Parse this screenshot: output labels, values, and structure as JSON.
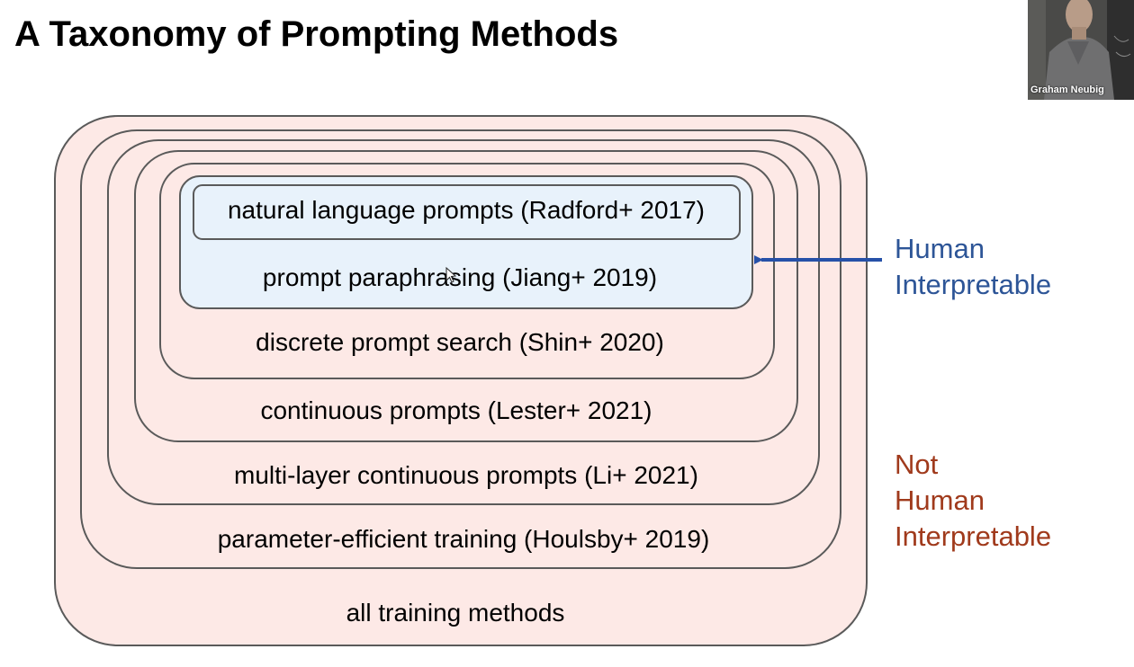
{
  "slide": {
    "title": "A Taxonomy of Prompting Methods"
  },
  "webcam": {
    "name": "Graham Neubig"
  },
  "diagram": {
    "boxes": [
      {
        "label": "all training methods"
      },
      {
        "label": "parameter-efficient training (Houlsby+ 2019)"
      },
      {
        "label": "multi-layer continuous prompts (Li+ 2021)"
      },
      {
        "label": "continuous prompts (Lester+ 2021)"
      },
      {
        "label": "discrete prompt search (Shin+ 2020)"
      },
      {
        "label": "prompt paraphrasing (Jiang+ 2019)"
      },
      {
        "label": "natural language prompts (Radford+ 2017)"
      }
    ],
    "colors": {
      "outer_fill": "#fde9e6",
      "inner_fill": "#e8f2fb",
      "stroke": "#5a5a5a",
      "arrow": "#2651a8"
    }
  },
  "annotations": {
    "human": {
      "lines": [
        "Human",
        "Interpretable"
      ],
      "color": "#2d5597"
    },
    "not_human": {
      "lines": [
        "Not",
        "Human",
        "Interpretable"
      ],
      "color": "#a03a1c"
    }
  }
}
